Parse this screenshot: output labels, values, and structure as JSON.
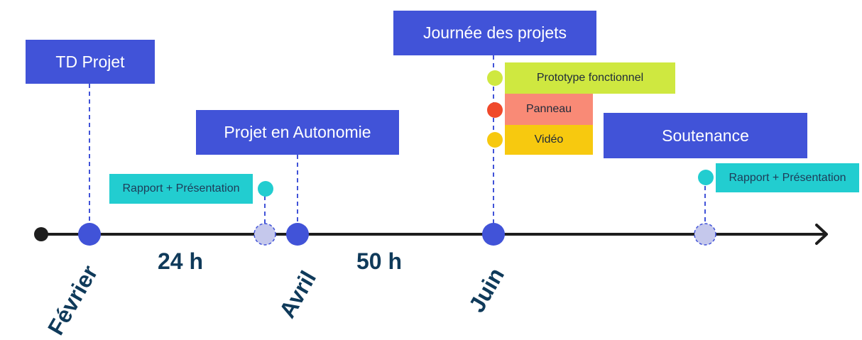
{
  "milestones": {
    "td_projet": "TD Projet",
    "projet_autonomie": "Projet en Autonomie",
    "journee_projets": "Journée des projets",
    "soutenance": "Soutenance"
  },
  "deliverables": {
    "rapport_1": "Rapport + Présentation",
    "rapport_2": "Rapport + Présentation",
    "prototype": "Prototype fonctionnel",
    "panneau": "Panneau",
    "video": "Vidéo"
  },
  "durations": {
    "first": "24 h",
    "second": "50 h"
  },
  "months": {
    "fevrier": "Février",
    "avril": "Avril",
    "juin": "Juin"
  },
  "colors": {
    "milestone_box": "#4153d8",
    "axis": "#1e1e1e",
    "event_dot": "#4153d8",
    "deliverable_dot": "#c5c8ec",
    "cyan": "#22cdd0",
    "green": "#cfe840",
    "red": "#f0492b",
    "yellow": "#f7c90f",
    "label_text": "#0f3a5a"
  }
}
